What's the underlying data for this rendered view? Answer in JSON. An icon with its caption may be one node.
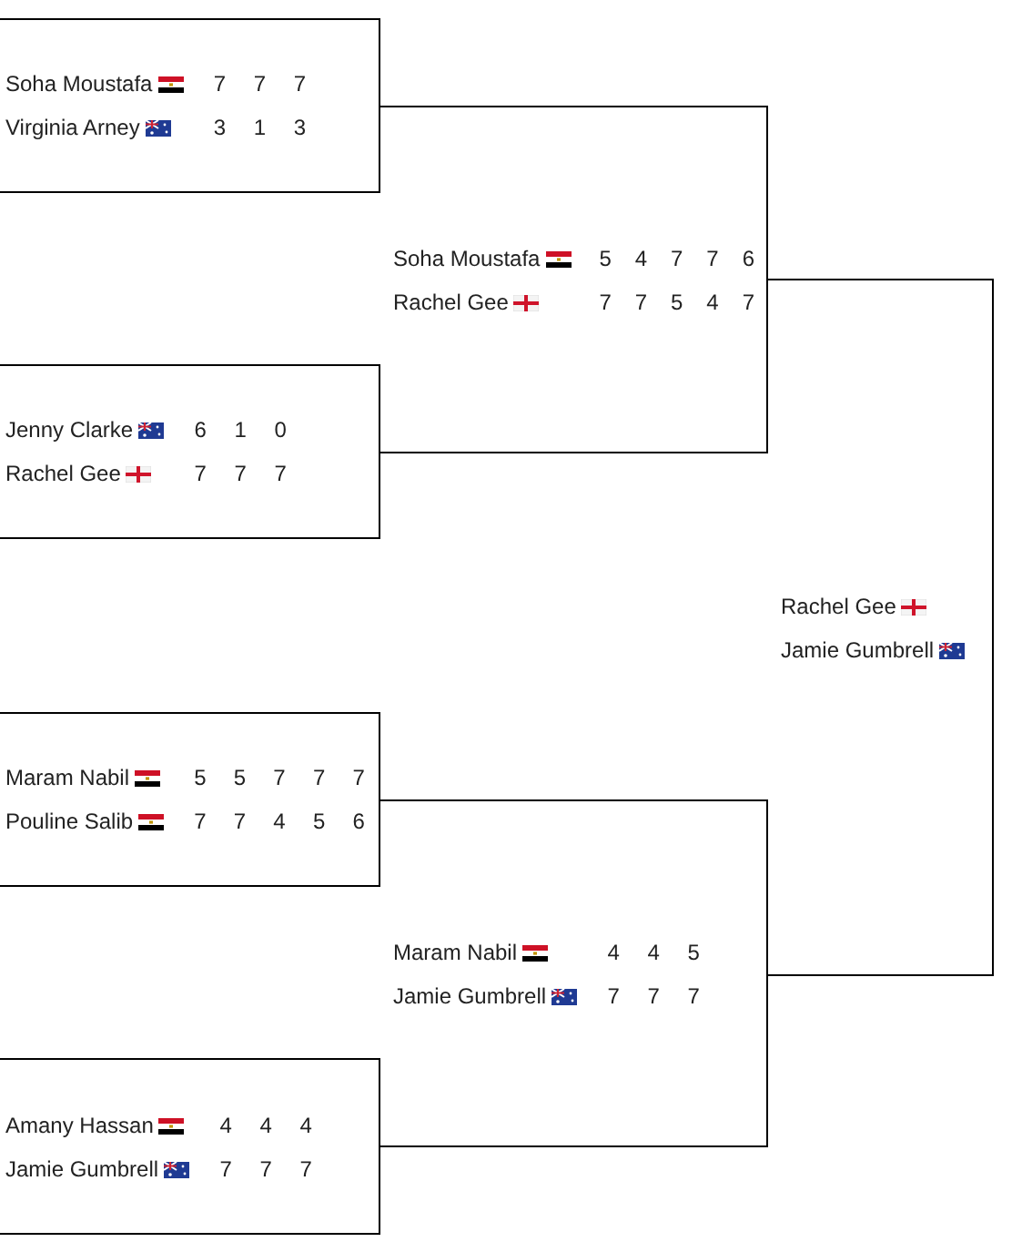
{
  "diagram": {
    "nodes": [
      {
        "text": [
          "Soha Moustafa",
          "7",
          "7",
          "7",
          "Virginia Arney",
          "3",
          "1",
          "3"
        ]
      },
      {
        "text": [
          "Jenny Clarke",
          "6",
          "1",
          "0",
          "Rachel Gee",
          "7",
          "7",
          "7"
        ]
      },
      {
        "text": [
          "Maram Nabil",
          "5",
          "5",
          "7",
          "7",
          "7",
          "Pouline Salib",
          "7",
          "7",
          "4",
          "5",
          "6"
        ]
      },
      {
        "text": [
          "Amany Hassan",
          "4",
          "4",
          "4",
          "Jamie Gumbrell",
          "7",
          "7",
          "7"
        ]
      },
      {
        "text": [
          "Soha Moustafa",
          "5",
          "4",
          "7",
          "7",
          "6",
          "Rachel Gee",
          "7",
          "7",
          "5",
          "4",
          "7"
        ]
      },
      {
        "text": [
          "Maram Nabil",
          "4",
          "4",
          "5",
          "Jamie Gumbrell",
          "7",
          "7",
          "7"
        ]
      },
      {
        "text": [
          "Rachel Gee",
          "Jamie Gumbrell"
        ]
      }
    ]
  }
}
